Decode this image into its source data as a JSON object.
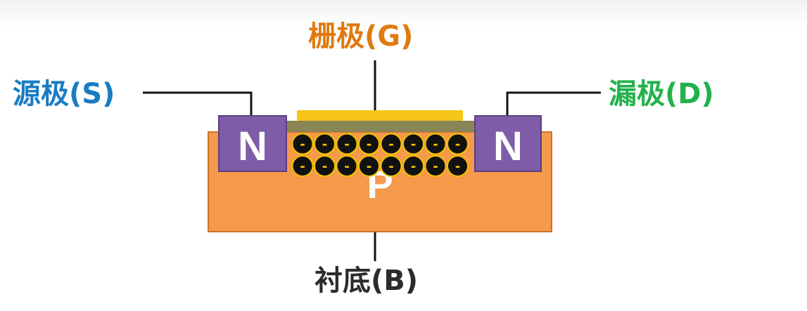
{
  "labels": {
    "gate": "栅极(G)",
    "source": "源极(S)",
    "drain": "漏极(D)",
    "bulk": "衬底(B)"
  },
  "regions": {
    "source_region": "N",
    "drain_region": "N",
    "substrate": "P"
  },
  "carrier_symbol": "-",
  "carrier_grid": {
    "rows": 2,
    "cols": 8
  },
  "colors": {
    "gate_label": "#e07a10",
    "source_label": "#1a7cc4",
    "drain_label": "#22b24c",
    "bulk_label": "#2b2b2b",
    "substrate": "#f59a4a",
    "substrate_border": "#c9742e",
    "n_region": "#7e5ca8",
    "n_region_border": "#5a3f80",
    "gate_metal": "#f5c518",
    "oxide": "#8a8556",
    "electron_fill": "#111111",
    "electron_border": "#f2c200",
    "electron_sign": "#f2c200",
    "wire": "#111111",
    "region_text": "#ffffff"
  }
}
